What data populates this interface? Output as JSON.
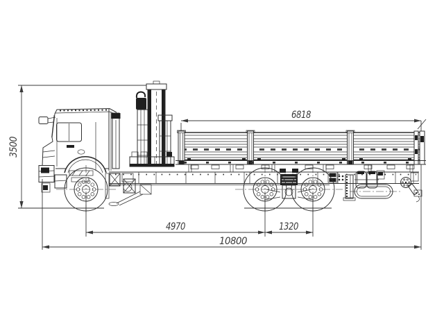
{
  "drawing": {
    "type": "technical-side-view",
    "subject": "flatbed truck with folded crane manipulator",
    "dimensions": {
      "overall_height": {
        "value": "3500",
        "unit": "mm",
        "orientation": "vertical"
      },
      "platform_length": {
        "value": "6818",
        "unit": "mm"
      },
      "wheelbase": {
        "value": "4970",
        "unit": "mm"
      },
      "rear_axle_spacing": {
        "value": "1320",
        "unit": "mm"
      },
      "overall_length": {
        "value": "10800",
        "unit": "mm"
      }
    },
    "colors": {
      "line": "#2f2f2f",
      "dim_text": "#3a3a3a",
      "background": "#ffffff"
    }
  }
}
